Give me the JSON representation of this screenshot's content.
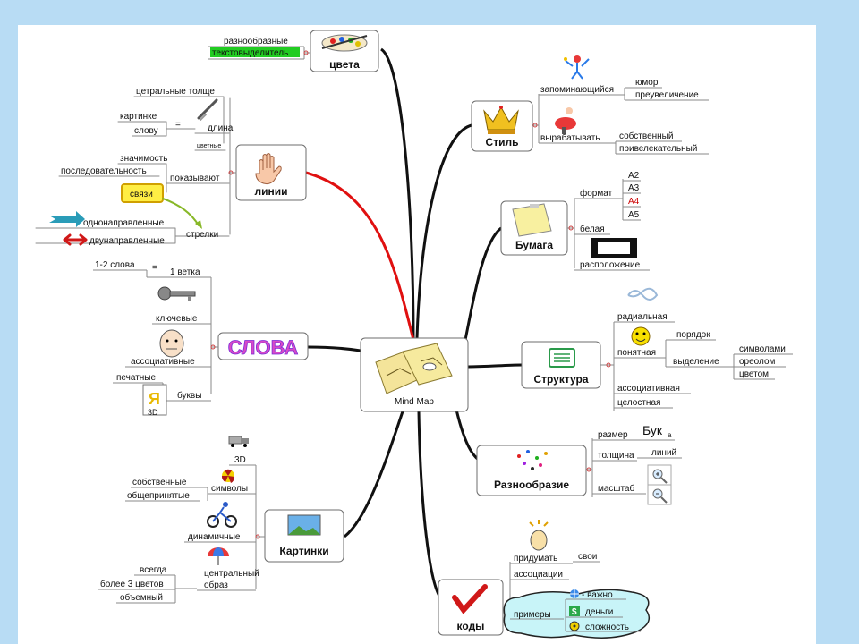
{
  "center": {
    "label": "Mind Map"
  },
  "branches": {
    "tsveta": {
      "label": "цвета",
      "items": [
        "разнообразные",
        "текстовыделитель"
      ],
      "highlight_color": "#22cc22"
    },
    "linii": {
      "label": "линии",
      "dlina": {
        "label": "длина",
        "items": [
          "цетральные толще",
          "картинке",
          "слову",
          "=",
          "цветные"
        ]
      },
      "pokazyvayut": {
        "label": "показывают",
        "items": [
          "значимость",
          "последовательность",
          "связи"
        ]
      },
      "strelki": {
        "label": "стрелки",
        "items": [
          "однонаправленные",
          "двунаправленные"
        ]
      }
    },
    "slova": {
      "label": "СЛОВА",
      "vetka": {
        "label": "1 ветка",
        "items": [
          "1-2 слова",
          "="
        ]
      },
      "items": [
        "ключевые",
        "ассоциативные",
        "печатные",
        "буквы",
        "3D"
      ],
      "icon_letter": "Я"
    },
    "kartinki": {
      "label": "Картинки",
      "items": [
        "3D",
        "символы",
        "собственные",
        "общепринятые",
        "динамичные",
        "центральный",
        "образ",
        "всегда",
        "более 3 цветов",
        "объемный"
      ]
    },
    "stil": {
      "label": "Стиль",
      "zapom": {
        "label": "запоминающийся",
        "items": [
          "юмор",
          "преувеличение"
        ]
      },
      "vyrab": {
        "label": "вырабатывать",
        "items": [
          "собственный",
          "привелекательный"
        ]
      }
    },
    "bumaga": {
      "label": "Бумага",
      "format": {
        "label": "формат",
        "items": [
          "A2",
          "A3",
          "A4",
          "A5"
        ],
        "accent": "#cc0000"
      },
      "items": [
        "белая",
        "расположение"
      ]
    },
    "struktura": {
      "label": "Структура",
      "items": [
        "радиальная",
        "понятная",
        "порядок",
        "выделение",
        "символами",
        "ореолом",
        "цветом",
        "ассоциативная",
        "целостная"
      ]
    },
    "raznoobrazie": {
      "label": "Разнообразие",
      "items": [
        "размер",
        "толщина",
        "масштаб",
        "линий"
      ],
      "buk": "Бук",
      "buk_sub": "а"
    },
    "kody": {
      "label": "коды",
      "items": [
        "придумать",
        "свои",
        "ассоциации",
        "примеры"
      ],
      "examples": [
        "- важно",
        "деньги",
        "сложность"
      ]
    }
  },
  "colors": {
    "red_line": "#e01010",
    "black_line": "#111111",
    "cloud": "#c8f4f8",
    "page_bg": "#b8dcf4"
  }
}
